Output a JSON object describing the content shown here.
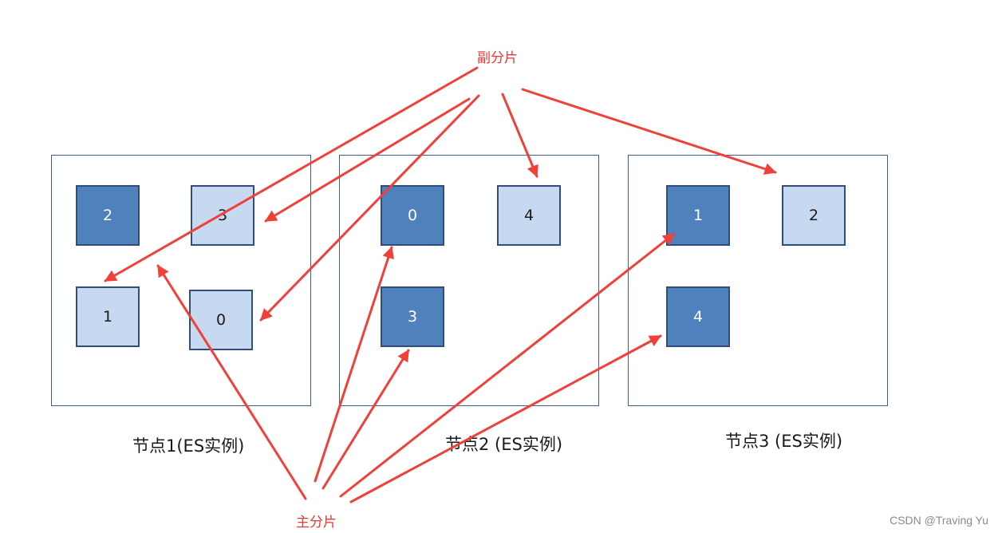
{
  "nodes": [
    {
      "label": "节点1(ES实例)",
      "shards": [
        {
          "text": "2",
          "kind": "primary"
        },
        {
          "text": "3",
          "kind": "replica"
        },
        {
          "text": "1",
          "kind": "replica"
        },
        {
          "text": "0",
          "kind": "replica"
        }
      ]
    },
    {
      "label": "节点2 (ES实例)",
      "shards": [
        {
          "text": "0",
          "kind": "primary"
        },
        {
          "text": "4",
          "kind": "replica"
        },
        {
          "text": "3",
          "kind": "primary"
        }
      ]
    },
    {
      "label": "节点3 (ES实例)",
      "shards": [
        {
          "text": "1",
          "kind": "primary"
        },
        {
          "text": "2",
          "kind": "replica"
        },
        {
          "text": "4",
          "kind": "primary"
        }
      ]
    }
  ],
  "callouts": {
    "replica": "副分片",
    "primary": "主分片"
  },
  "watermark": "CSDN @Traving Yu",
  "colors": {
    "primary_fill": "#4f81bd",
    "replica_fill": "#c6d9f1",
    "arrow": "#f0403a"
  }
}
